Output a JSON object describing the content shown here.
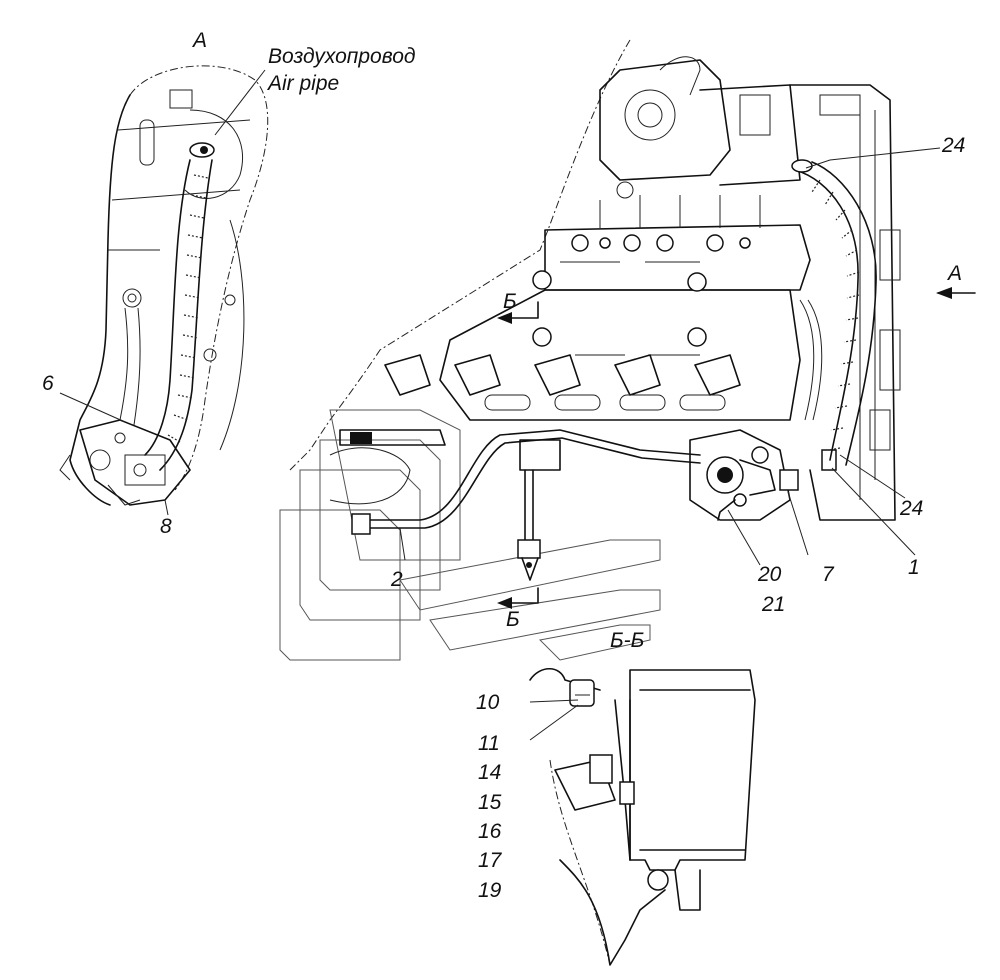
{
  "views": {
    "view_a_title": "А",
    "arrow_a_label": "А",
    "section_mark_top": "Б",
    "section_mark_bottom": "Б",
    "section_title": "Б-Б"
  },
  "annotations": {
    "air_pipe_ru": "Воздухопровод",
    "air_pipe_en": "Air pipe"
  },
  "callouts": [
    {
      "id": "c6",
      "text": "6"
    },
    {
      "id": "c8",
      "text": "8"
    },
    {
      "id": "c24a",
      "text": "24"
    },
    {
      "id": "c24b",
      "text": "24"
    },
    {
      "id": "c2",
      "text": "2"
    },
    {
      "id": "c20",
      "text": "20"
    },
    {
      "id": "c21",
      "text": "21"
    },
    {
      "id": "c7",
      "text": "7"
    },
    {
      "id": "c1",
      "text": "1"
    },
    {
      "id": "c10",
      "text": "10"
    },
    {
      "id": "c11",
      "text": "11"
    },
    {
      "id": "c14",
      "text": "14"
    },
    {
      "id": "c15",
      "text": "15"
    },
    {
      "id": "c16",
      "text": "16"
    },
    {
      "id": "c17",
      "text": "17"
    },
    {
      "id": "c19",
      "text": "19"
    }
  ]
}
